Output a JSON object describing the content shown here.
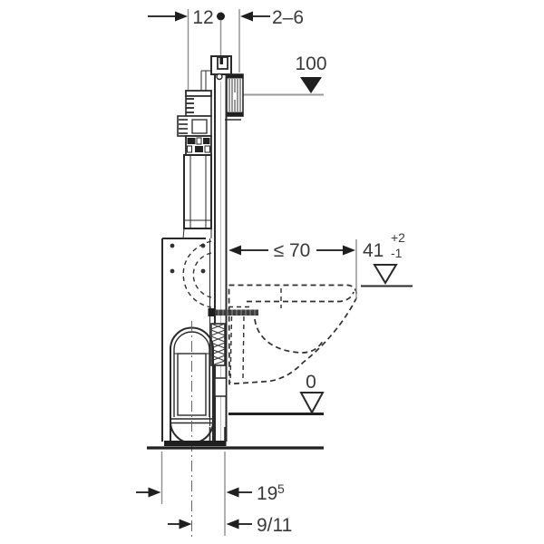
{
  "labels": {
    "dim_12": "12",
    "dim_2_6": "2–6",
    "level_100": "100",
    "dim_le_70": "≤ 70",
    "level_41": "41",
    "level_41_sup": "+2",
    "level_41_sub": "-1",
    "level_0": "0",
    "dim_19": "19",
    "dim_19_sup": "5",
    "dim_9_11": "9/11"
  },
  "colors": {
    "drawing_line": "#2a2a2a",
    "dimension_text": "#3a3a3a",
    "extension_line": "#8f8f8f",
    "level_line_gray": "#999999",
    "background": "#ffffff"
  }
}
